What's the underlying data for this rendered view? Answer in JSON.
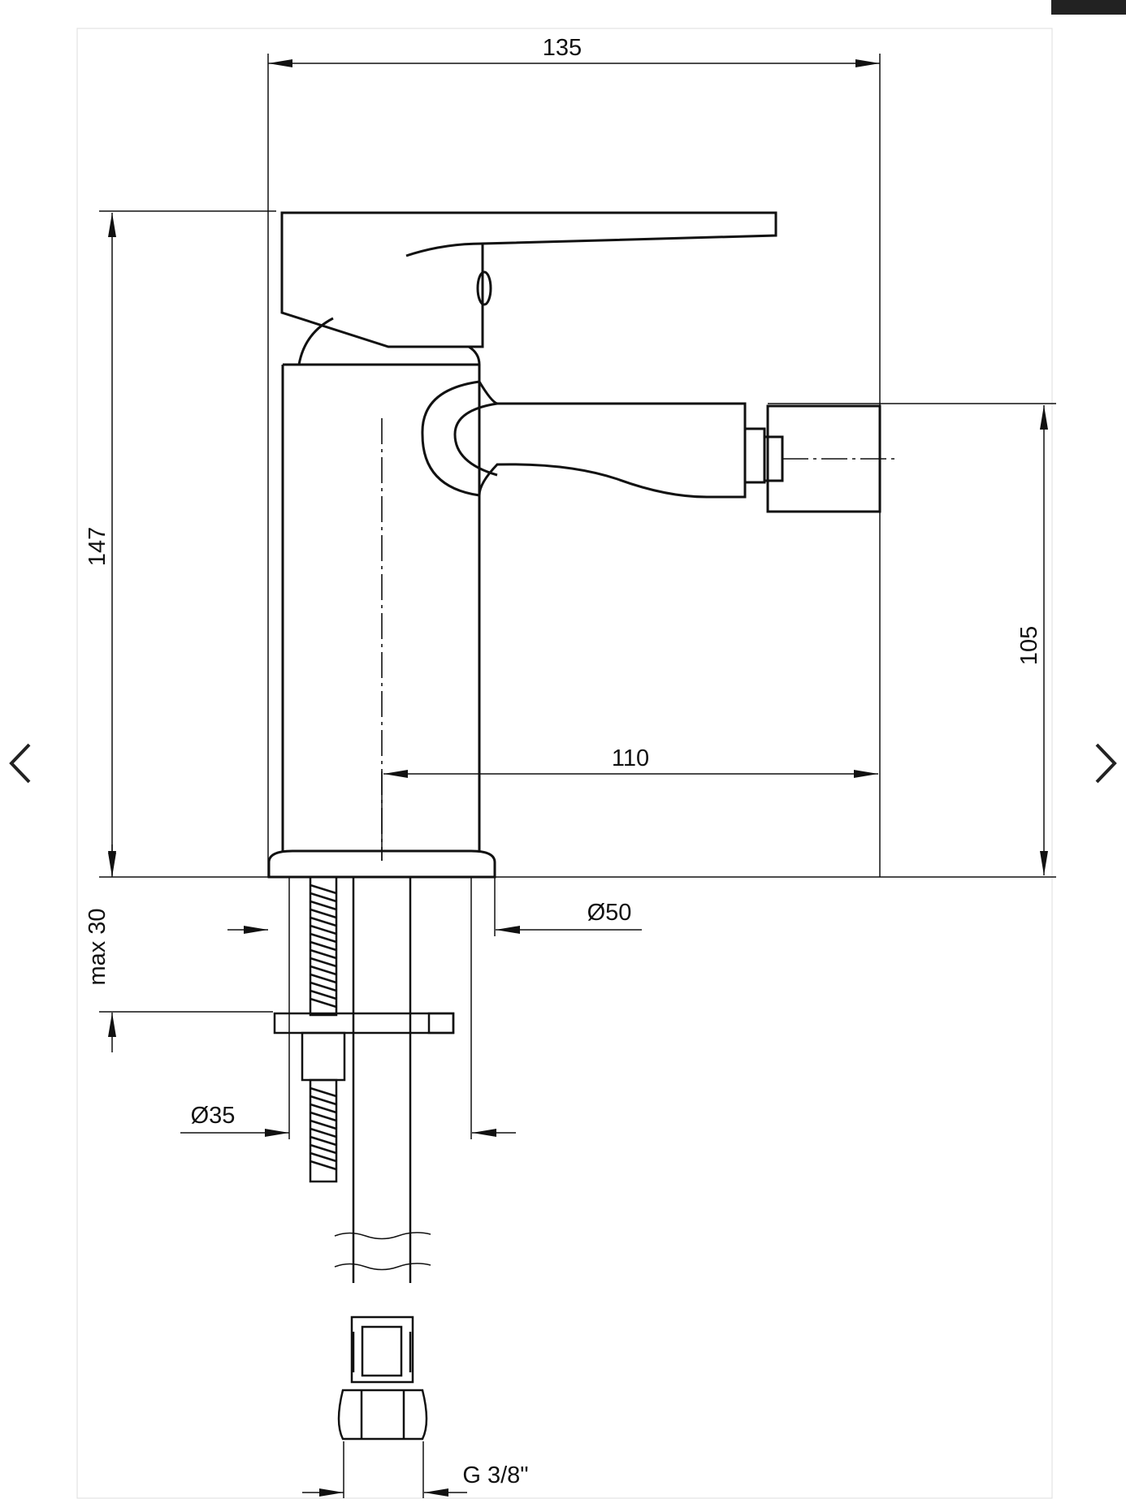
{
  "drawing": {
    "dims": {
      "overall_width": "135",
      "overall_height": "147",
      "spout_reach": "110",
      "spout_height": "105",
      "base_diameter": "Ø50",
      "hole_diameter": "Ø35",
      "max_thickness": "max 30",
      "connection": "G 3/8\""
    }
  },
  "nav": {
    "prev_icon": "chevron-left-icon",
    "next_icon": "chevron-right-icon"
  },
  "colors": {
    "line": "#111111",
    "background": "#ffffff",
    "corner": "#222222"
  }
}
